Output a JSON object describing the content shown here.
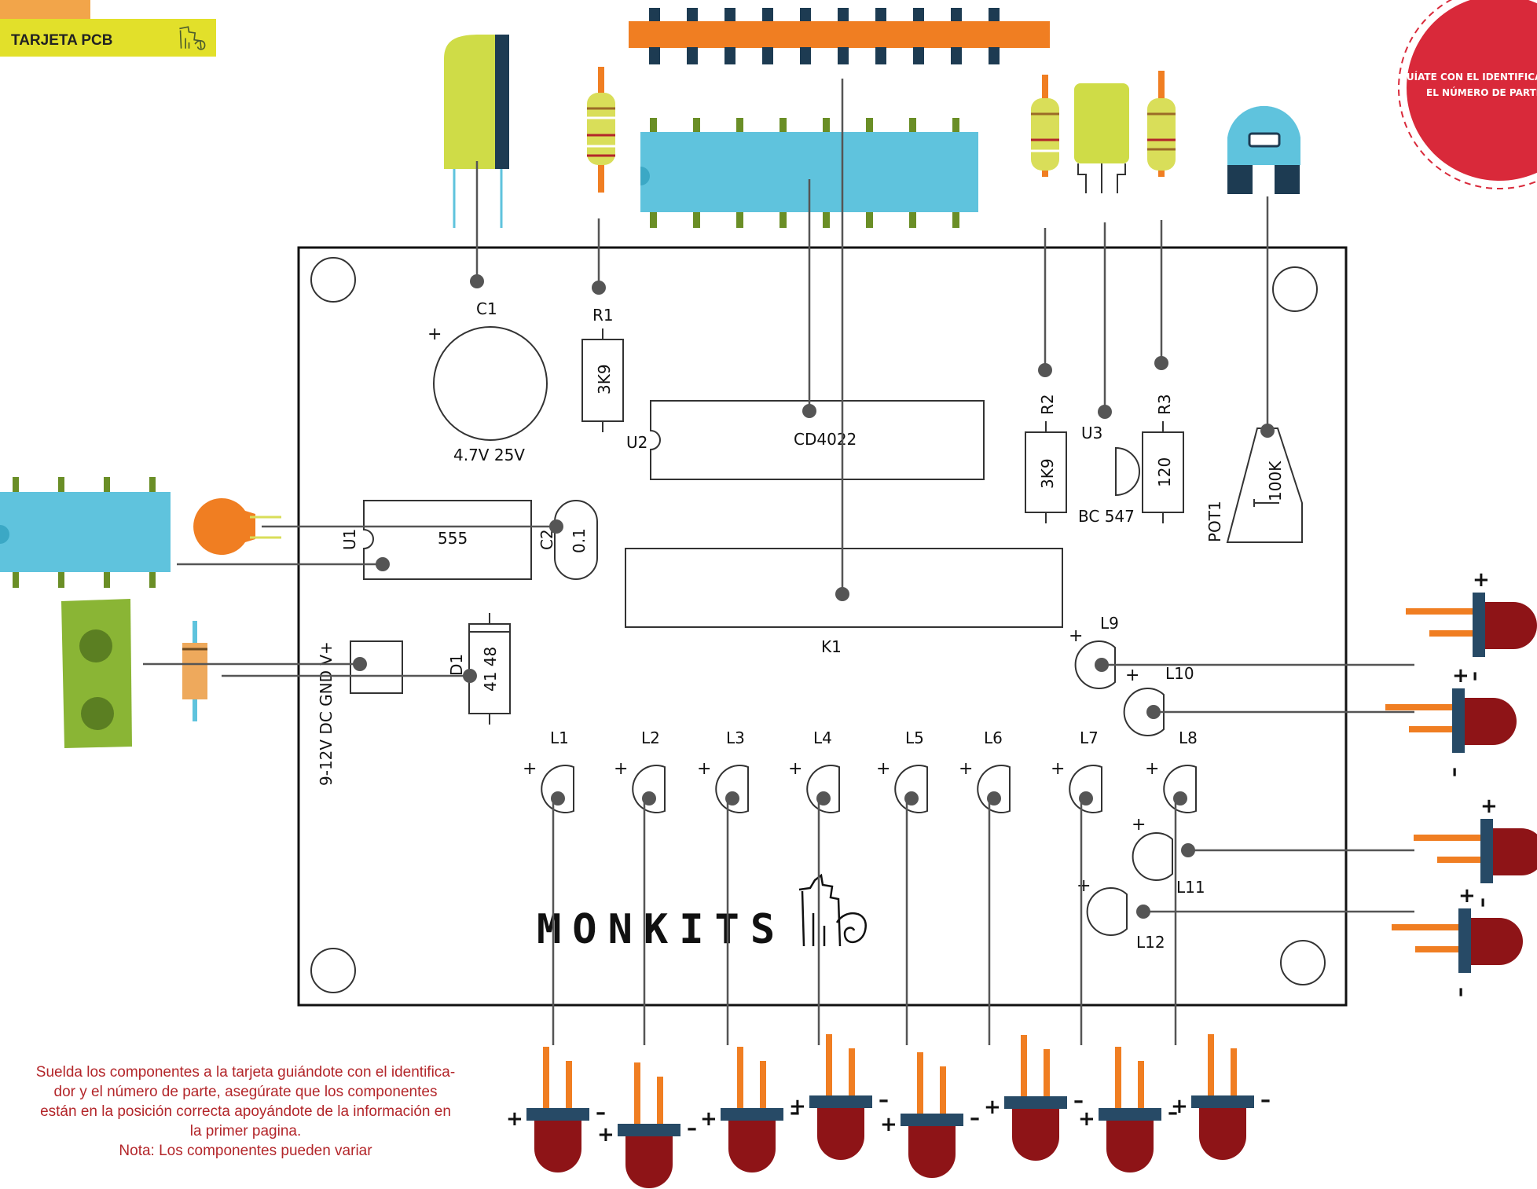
{
  "header": {
    "title": "TARJETA PCB",
    "logo_icon": "monkey-logo-icon"
  },
  "badge": {
    "text_line1": "GUÍATE CON EL IDENTIFICADOR",
    "text_line2": "EL NÚMERO DE PARTE",
    "color": "#d9293a"
  },
  "instructions": {
    "line1": "Suelda los componentes a la tarjeta guiándote con el identifica-",
    "line2": "dor y el número de parte, asegúrate que los componentes",
    "line3": "están en la posición correcta apoyándote de la información en",
    "line4": "la primer pagina.",
    "line5": "Nota: Los componentes pueden variar"
  },
  "brand": {
    "name": "MONKITS",
    "logo_icon": "monkey-logo-icon"
  },
  "board": {
    "c1": {
      "ref": "C1",
      "value": "4.7V 25V",
      "polarity": "+"
    },
    "r1": {
      "ref": "R1",
      "value": "3K9"
    },
    "u2": {
      "ref": "U2",
      "value": "CD4022"
    },
    "r2": {
      "ref": "R2",
      "value": "3K9"
    },
    "u3": {
      "ref": "U3",
      "value": "BC 547"
    },
    "r3": {
      "ref": "R3",
      "value": "120"
    },
    "pot1": {
      "ref": "POT1",
      "value": "100K"
    },
    "u1": {
      "ref": "U1",
      "value": "555"
    },
    "c2": {
      "ref": "C2",
      "value": "0.1"
    },
    "k1": {
      "ref": "K1"
    },
    "d1": {
      "ref": "D1",
      "value": "41 48"
    },
    "power": {
      "label": "9-12V DC  GND  V+"
    }
  },
  "leds_bottom": [
    "L1",
    "L2",
    "L3",
    "L4",
    "L5",
    "L6",
    "L7",
    "L8"
  ],
  "leds_right": [
    "L9",
    "L10",
    "L11",
    "L12"
  ],
  "signs": {
    "plus": "+",
    "minus": "–"
  },
  "colors": {
    "header_bar": "#e2e02a",
    "header_tab": "#f2a54a",
    "ic_blue": "#5fc3dd",
    "pin_green": "#6a8e26",
    "header_orange": "#f07e22",
    "pin_navy": "#1d3b52",
    "cap_body": "#cfdc47",
    "cap_band": "#1d3b52",
    "resistor_body": "#d9de59",
    "led_red": "#8e1417",
    "led_band": "#274a66",
    "terminal_green": "#8ab535",
    "diode_body": "#eea95c",
    "ceramic_cap": "#f07e22"
  }
}
